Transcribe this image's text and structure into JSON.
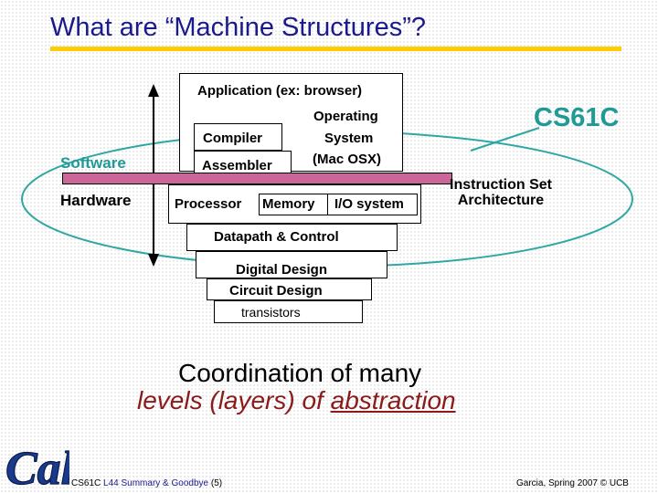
{
  "title": "What are “Machine Structures”?",
  "layers": {
    "application": "Application (ex: browser)",
    "compiler": "Compiler",
    "assembler": "Assembler",
    "os": [
      "Operating",
      "System",
      "(Mac OSX)"
    ],
    "processor": "Processor",
    "memory": "Memory",
    "io": "I/O system",
    "datapath": "Datapath & Control",
    "digital": "Digital Design",
    "circuit": "Circuit Design",
    "transistors": "transistors"
  },
  "labels": {
    "software": "Software",
    "hardware": "Hardware",
    "course": "CS61C",
    "isa": [
      "Instruction Set",
      "Architecture"
    ]
  },
  "caption": {
    "line1": "Coordination of many",
    "line2_prefix": "levels (layers) of ",
    "line2_emph": "abstraction"
  },
  "footer": {
    "course": "CS61C",
    "lecture": "L44 Summary & Goodbye",
    "page": "(5)",
    "credit": "Garcia, Spring 2007 © UCB"
  },
  "colors": {
    "title": "#1a1a8c",
    "accent_rule": "#ffcc00",
    "teal": "#1f9a96",
    "isa_bar": "#cc6699",
    "emphasis": "#8b1a1a"
  },
  "icons": {
    "logo": "cal-logo"
  }
}
